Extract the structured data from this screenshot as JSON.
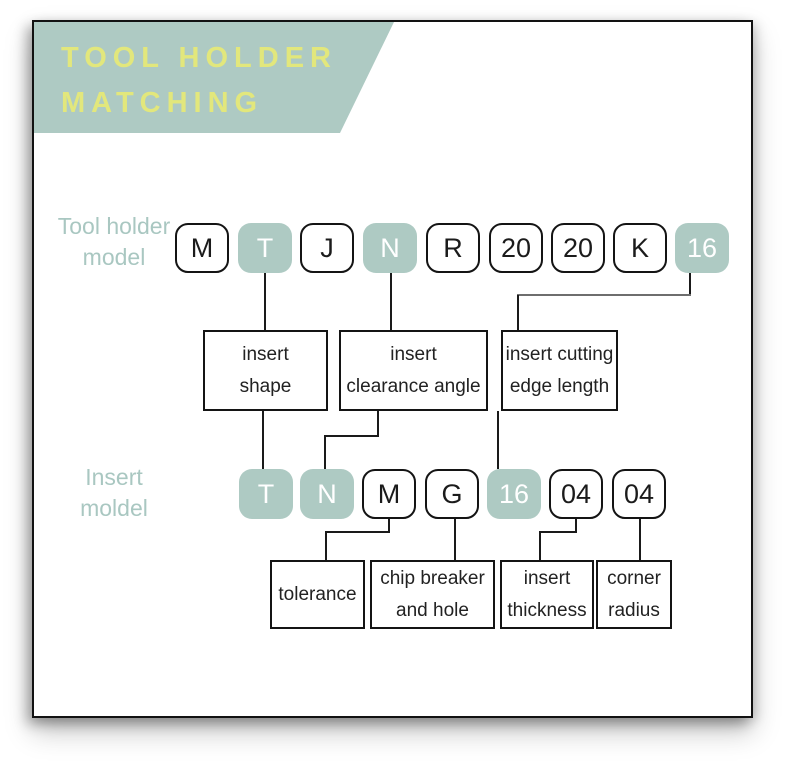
{
  "header": {
    "title_line1": "TOOL HOLDER",
    "title_line2": "MATCHING"
  },
  "colors": {
    "accent_green": "#aecac3",
    "title_yellow": "#e2e77c",
    "label_green": "#a9c7c1",
    "line_color": "#1a1a1a"
  },
  "tool_holder_row": {
    "label_line1": "Tool holder",
    "label_line2": "model",
    "codes": [
      {
        "text": "M",
        "highlight": false
      },
      {
        "text": "T",
        "highlight": true
      },
      {
        "text": "J",
        "highlight": false
      },
      {
        "text": "N",
        "highlight": true
      },
      {
        "text": "R",
        "highlight": false
      },
      {
        "text": "20",
        "highlight": false
      },
      {
        "text": "20",
        "highlight": false
      },
      {
        "text": "K",
        "highlight": false
      },
      {
        "text": "16",
        "highlight": true
      }
    ]
  },
  "mid_boxes": [
    {
      "line1": "insert",
      "line2": "shape"
    },
    {
      "line1": "insert",
      "line2": "clearance angle"
    },
    {
      "line1": "insert cutting",
      "line2": "edge length"
    }
  ],
  "insert_row": {
    "label_line1": "Insert",
    "label_line2": "moldel",
    "codes": [
      {
        "text": "T",
        "highlight": true
      },
      {
        "text": "N",
        "highlight": true
      },
      {
        "text": "M",
        "highlight": false
      },
      {
        "text": "G",
        "highlight": false
      },
      {
        "text": "16",
        "highlight": true
      },
      {
        "text": "04",
        "highlight": false
      },
      {
        "text": "04",
        "highlight": false
      }
    ]
  },
  "bottom_boxes": [
    {
      "line1": "tolerance",
      "line2": ""
    },
    {
      "line1": "chip breaker",
      "line2": "and hole"
    },
    {
      "line1": "insert",
      "line2": "thickness"
    },
    {
      "line1": "corner",
      "line2": "radius"
    }
  ]
}
